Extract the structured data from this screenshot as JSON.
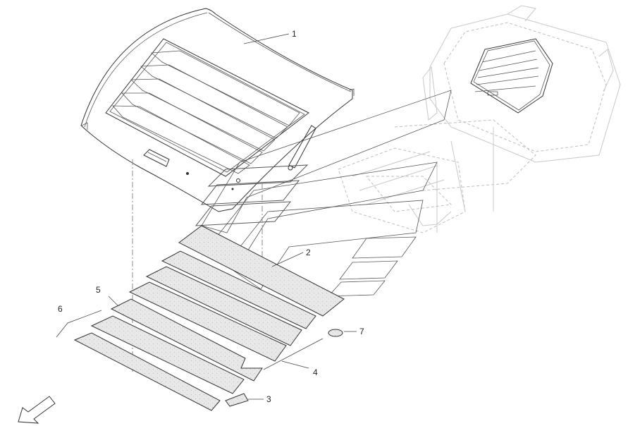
{
  "callouts": {
    "c1": "1",
    "c2": "2",
    "c3": "3",
    "c4": "4",
    "c5": "5",
    "c6": "6",
    "c7": "7"
  },
  "icons": {
    "direction_arrow": "arrow-down-left-icon"
  },
  "colors": {
    "line": "#333333",
    "ghost": "#c8c8c8",
    "felt": "#e4e4e4"
  }
}
